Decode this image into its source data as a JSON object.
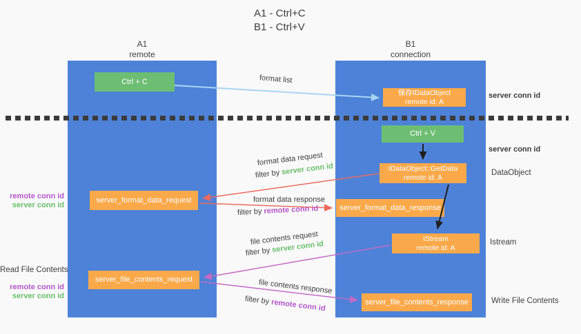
{
  "title": {
    "line1": "A1 - Ctrl+C",
    "line2": "B1 - Ctrl+V"
  },
  "lanes": {
    "a": {
      "title": "A1",
      "subtitle": "remote"
    },
    "b": {
      "title": "B1",
      "subtitle": "connection"
    }
  },
  "nodes": {
    "ctrl_c": {
      "label": "Ctrl + C"
    },
    "save_dataobject": {
      "line1": "保存IDataObject",
      "line2": "remote id: A"
    },
    "ctrl_v": {
      "label": "Ctrl + V"
    },
    "getdata": {
      "line1": "IDataObject::GetData",
      "line2": "remote id: A"
    },
    "format_request": {
      "label": "server_format_data_request"
    },
    "format_response": {
      "label": "server_format_data_response"
    },
    "istream": {
      "line1": "IStream",
      "line2": "remote id: A"
    },
    "file_request": {
      "label": "server_file_contents_request"
    },
    "file_response": {
      "label": "server_file_contents_response"
    }
  },
  "edge_labels": {
    "format_list": "format list",
    "format_data_request": "format data request",
    "format_data_response": "format data response",
    "file_contents_request": "file contents request",
    "file_contents_response": "file contents response",
    "filter_by": "filter by ",
    "server_conn_id": "server conn id",
    "remote_conn_id": "remote conn id"
  },
  "side_labels": {
    "left_format": {
      "remote": "remote conn id",
      "server": "server conn id"
    },
    "left_file": {
      "title": "Read File Contents",
      "remote": "remote conn id",
      "server": "server conn id"
    },
    "right": {
      "top_server": "server conn id",
      "mid_server": "server conn id",
      "dataobject": "DataObject",
      "istream": "Istream",
      "write_file": "Write File Contents"
    }
  },
  "colors": {
    "bg": "#f9f9f9",
    "lane": "#4d82d8",
    "green-box": "#6dbe73",
    "orange-box": "#f9a94a",
    "text-dark": "#3d3d3d",
    "green-text": "#68bf6a",
    "purple-text": "#b356c9",
    "arrow-blue": "#a9d4f2",
    "arrow-black": "#1f1f1f",
    "arrow-red": "#ec6a5e",
    "arrow-magenta": "#c36ac4",
    "dash": "#3b3b3b"
  }
}
